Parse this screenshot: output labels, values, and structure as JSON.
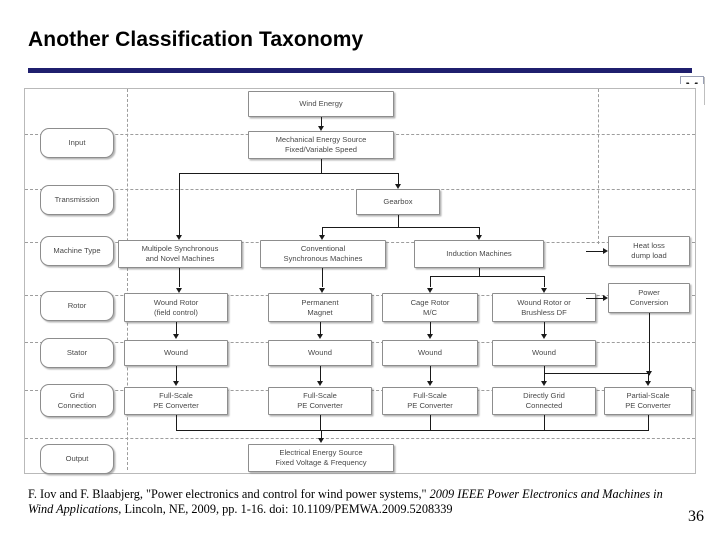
{
  "slide": {
    "title": "Another Classification Taxonomy",
    "page_number": "36",
    "accent_color": "#1f1f6e",
    "doc_icon": "document-icon"
  },
  "caption": {
    "part1": "F. Iov and F. Blaabjerg, \"Power electronics and control for wind power systems,\" ",
    "italic1": "2009 IEEE Power Electronics and Machines in Wind Applications",
    "part2": ", Lincoln, NE, 2009, pp. 1-16.  doi: 10.1109/PEMWA.2009.5208339"
  },
  "diagram": {
    "row_labels": [
      {
        "id": "input",
        "label": "Input"
      },
      {
        "id": "transmission",
        "label": "Transmission"
      },
      {
        "id": "machine-type",
        "label": "Machine Type"
      },
      {
        "id": "rotor",
        "label": "Rotor"
      },
      {
        "id": "stator",
        "label": "Stator"
      },
      {
        "id": "grid-connection",
        "label": "Grid\nConnection"
      },
      {
        "id": "output",
        "label": "Output"
      }
    ],
    "nodes": [
      {
        "id": "wind-energy",
        "label": "Wind Energy"
      },
      {
        "id": "mechanical-energy-source",
        "label": "Mechanical Energy Source\nFixed/Variable Speed"
      },
      {
        "id": "gearbox",
        "label": "Gearbox"
      },
      {
        "id": "multipole-synchronous",
        "label": "Multipole Synchronous\nand Novel Machines"
      },
      {
        "id": "conventional-synchronous",
        "label": "Conventional\nSynchronous Machines"
      },
      {
        "id": "induction-machines",
        "label": "Induction Machines"
      },
      {
        "id": "wound-rotor-field-control",
        "label": "Wound Rotor\n(field control)"
      },
      {
        "id": "permanent-magnet",
        "label": "Permanent\nMagnet"
      },
      {
        "id": "cage-rotor-mc",
        "label": "Cage Rotor\nM/C"
      },
      {
        "id": "wound-rotor-brushless-df",
        "label": "Wound Rotor or\nBrushless DF"
      },
      {
        "id": "stator-wound-1",
        "label": "Wound"
      },
      {
        "id": "stator-wound-2",
        "label": "Wound"
      },
      {
        "id": "stator-wound-3",
        "label": "Wound"
      },
      {
        "id": "stator-wound-4",
        "label": "Wound"
      },
      {
        "id": "full-scale-pe-converter-1",
        "label": "Full-Scale\nPE Converter"
      },
      {
        "id": "full-scale-pe-converter-2",
        "label": "Full-Scale\nPE Converter"
      },
      {
        "id": "full-scale-pe-converter-3",
        "label": "Full-Scale\nPE Converter"
      },
      {
        "id": "directly-grid-connected",
        "label": "Directly Grid\nConnected"
      },
      {
        "id": "partial-scale-pe-converter",
        "label": "Partial-Scale\nPE Converter"
      },
      {
        "id": "electrical-energy-source",
        "label": "Electrical Energy Source\nFixed Voltage & Frequency"
      },
      {
        "id": "heat-loss-dump-load",
        "label": "Heat loss\ndump load"
      },
      {
        "id": "power-conversion",
        "label": "Power\nConversion"
      }
    ]
  }
}
